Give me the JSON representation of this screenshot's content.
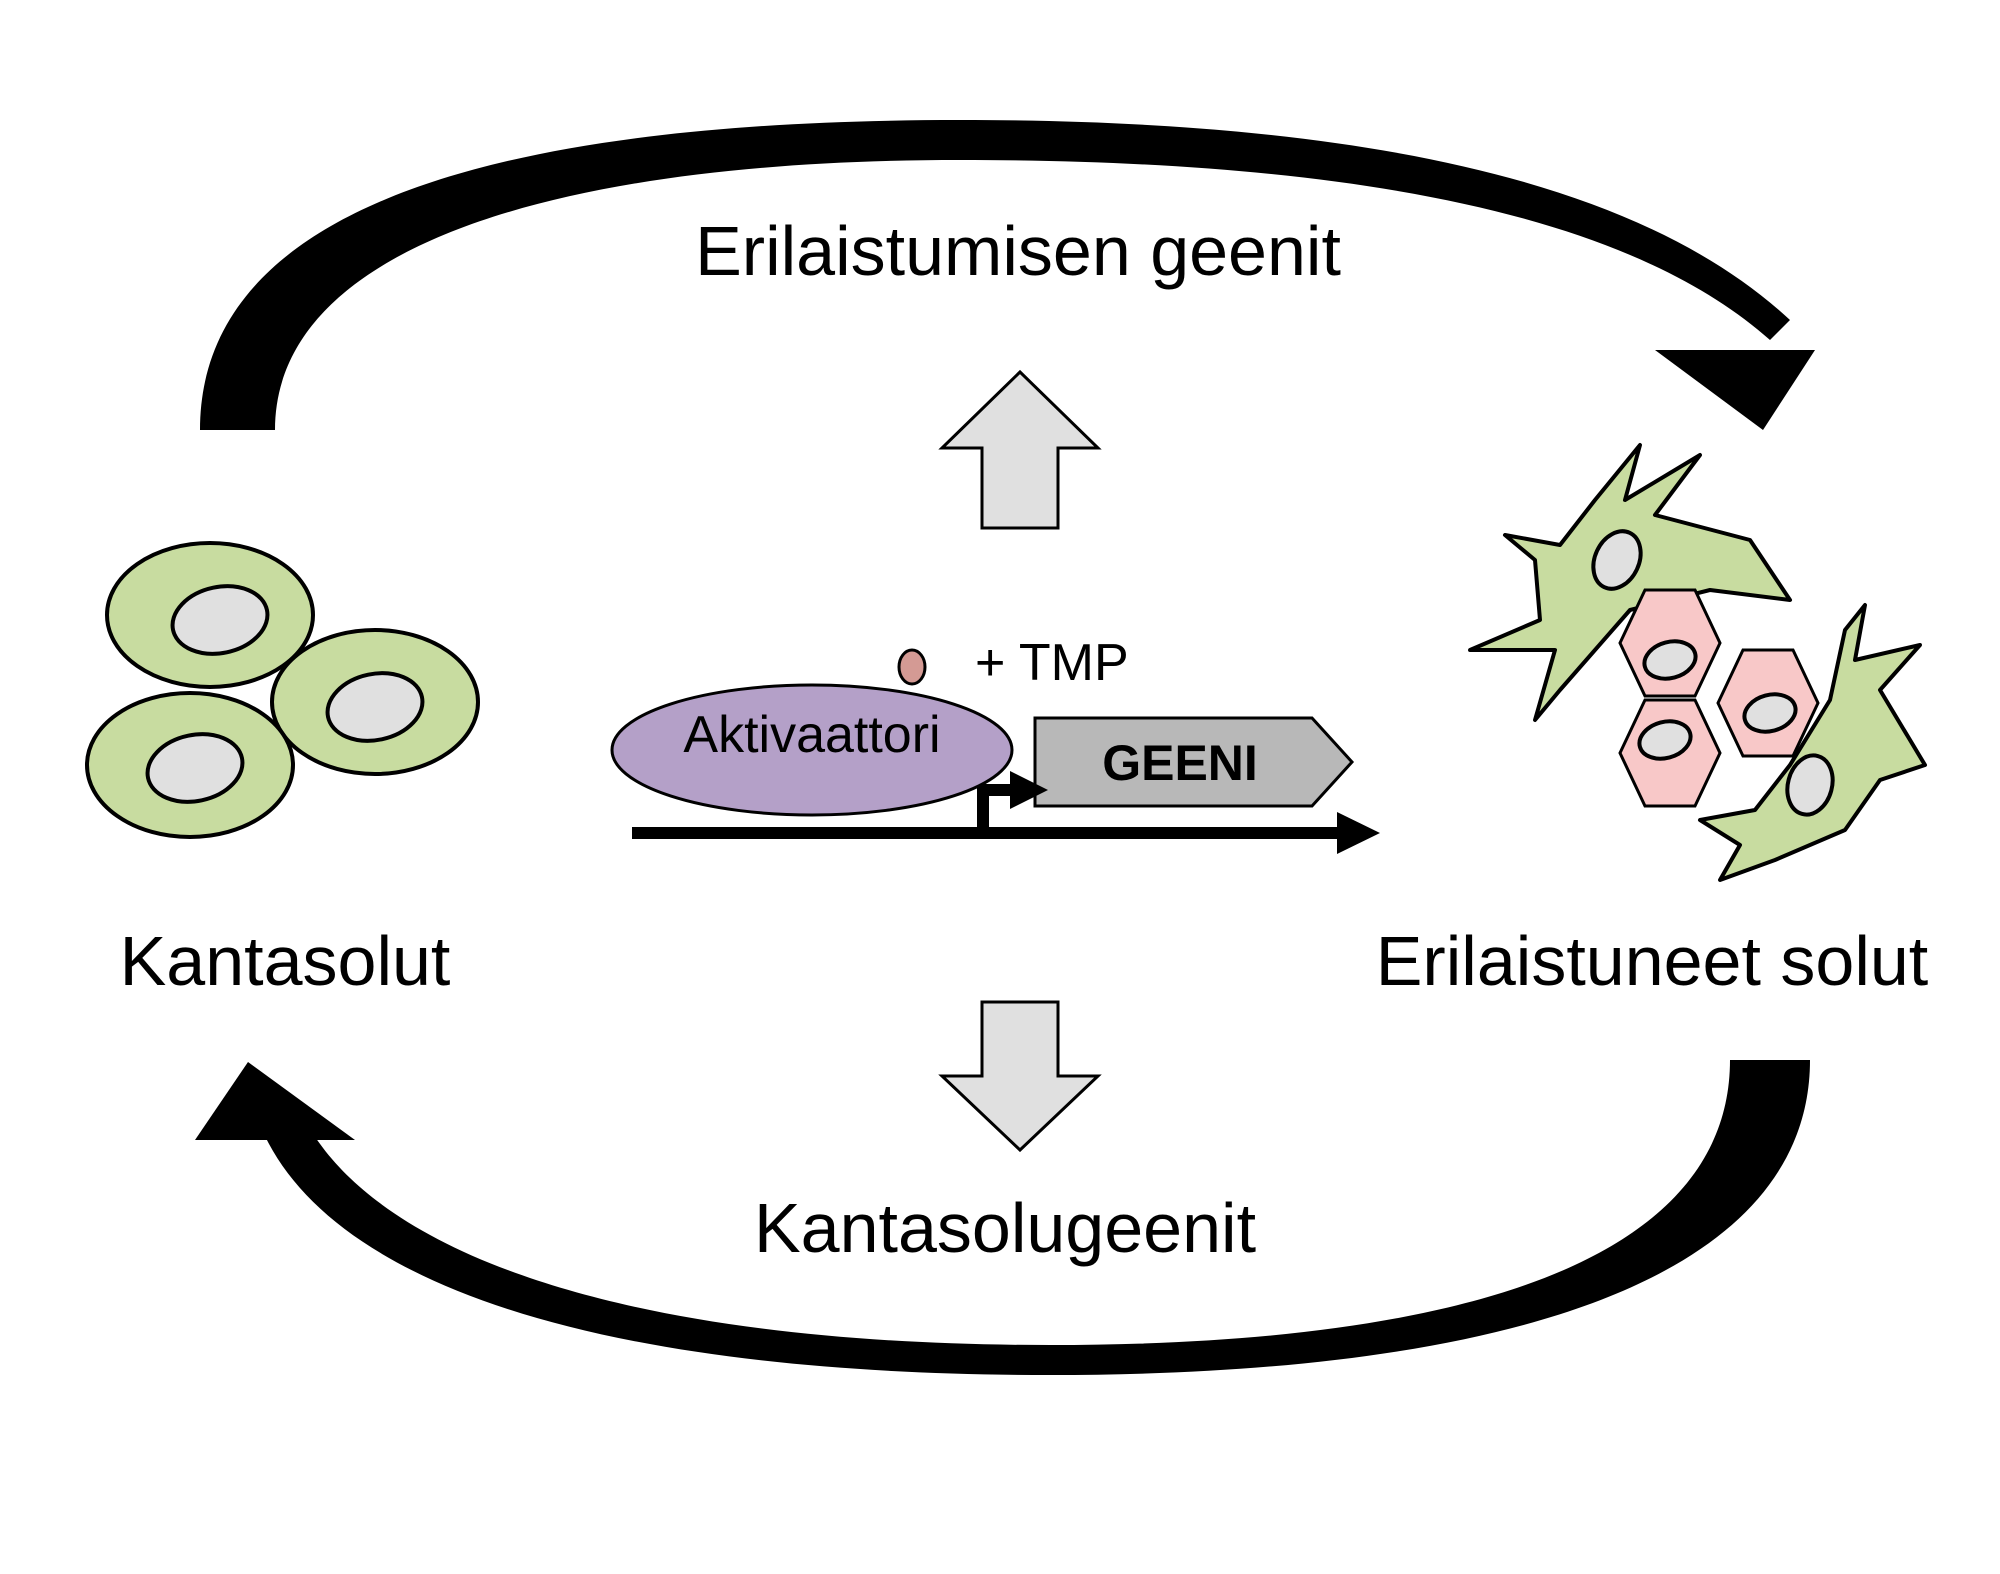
{
  "labels": {
    "differentiation_genes": "Erilaistumisen geenit",
    "stem_cell_genes": "Kantasolugeenit",
    "stem_cells": "Kantasolut",
    "differentiated_cells": "Erilaistuneet solut",
    "activator": "Aktivaattori",
    "tmp": "+ TMP",
    "gene": "GEENI"
  },
  "colors": {
    "stem_cell_fill": "#c8dca0",
    "nucleus_fill": "#e0e0e0",
    "fibroblast_fill": "#c8dca0",
    "hex_cell_fill": "#f8c8c8",
    "activator_fill": "#b4a0c8",
    "ligand_fill": "#d49a94",
    "gene_fill": "#b8b8b8",
    "block_arrow_fill": "#e0e0e0",
    "cycle_arrow": "#000000"
  }
}
